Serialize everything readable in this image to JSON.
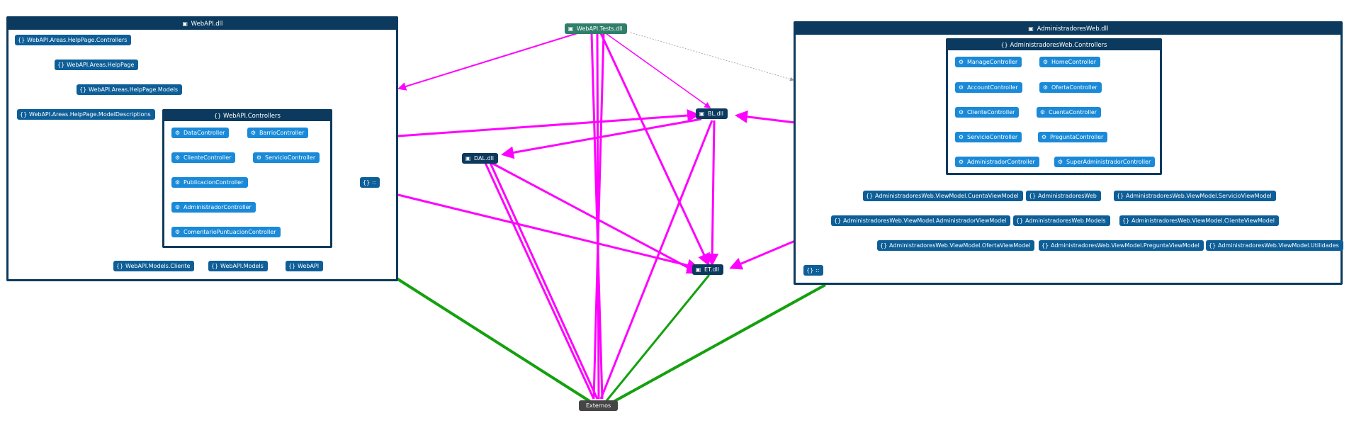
{
  "colors": {
    "header": "#0b3a5e",
    "namespace": "#0e5f98",
    "class": "#1a8ad8",
    "edge_magenta": "#ff00ff",
    "edge_green": "#13a10e",
    "edge_gray": "#9a9a9a",
    "test": "#2f7f6a",
    "external": "#454545"
  },
  "icons": {
    "assembly": "assembly-icon",
    "namespace": "namespace-icon",
    "class": "class-icon"
  },
  "webapi": {
    "title": "WebAPI.dll",
    "ns_helppage_controllers": "WebAPI.Areas.HelpPage.Controllers",
    "ns_helppage": "WebAPI.Areas.HelpPage",
    "ns_helppage_models": "WebAPI.Areas.HelpPage.Models",
    "ns_helppage_modeldescriptions": "WebAPI.Areas.HelpPage.ModelDescriptions",
    "controllers_title": "WebAPI.Controllers",
    "data_controller": "DataController",
    "barrio_controller": "BarrioController",
    "cliente_controller": "ClienteController",
    "servicio_controller": "ServicioController",
    "publicacion_controller": "PublicacionController",
    "administrador_controller": "AdministradorController",
    "comentario_controller": "ComentarioPuntuacionController",
    "ns_models_cliente": "WebAPI.Models.Cliente",
    "ns_models": "WebAPI.Models",
    "ns_root": "WebAPI",
    "collapsed": "::"
  },
  "tests": {
    "label": "WebAPI.Tests.dll"
  },
  "bl": {
    "label": "BL.dll"
  },
  "dal": {
    "label": "DAL.dll"
  },
  "et": {
    "label": "ET.dll"
  },
  "externos": {
    "label": "Externos"
  },
  "admin": {
    "title": "AdministradoresWeb.dll",
    "controllers_title": "AdministradoresWeb.Controllers",
    "manage_controller": "ManageController",
    "home_controller": "HomeController",
    "account_controller": "AccountController",
    "oferta_controller": "OfertaController",
    "cliente_controller": "ClienteController",
    "cuenta_controller": "CuentaController",
    "servicio_controller": "ServicioController",
    "pregunta_controller": "PreguntaController",
    "administrador_controller": "AdministradorController",
    "superadmin_controller": "SuperAdministradorController",
    "vm_cuenta": "AdministradoresWeb.ViewModel.CuentaViewModel",
    "ns_root": "AdministradoresWeb",
    "vm_servicio": "AdministradoresWeb.ViewModel.ServicioViewModel",
    "vm_administrador": "AdministradoresWeb.ViewModel.AdministradorViewModel",
    "ns_models": "AdministradoresWeb.Models",
    "vm_cliente": "AdministradoresWeb.ViewModel.ClienteViewModel",
    "vm_oferta": "AdministradoresWeb.ViewModel.OfertaViewModel",
    "vm_pregunta": "AdministradoresWeb.ViewModel.PreguntaViewModel",
    "vm_utilidades": "AdministradoresWeb.ViewModel.Utilidades",
    "collapsed": "::"
  }
}
